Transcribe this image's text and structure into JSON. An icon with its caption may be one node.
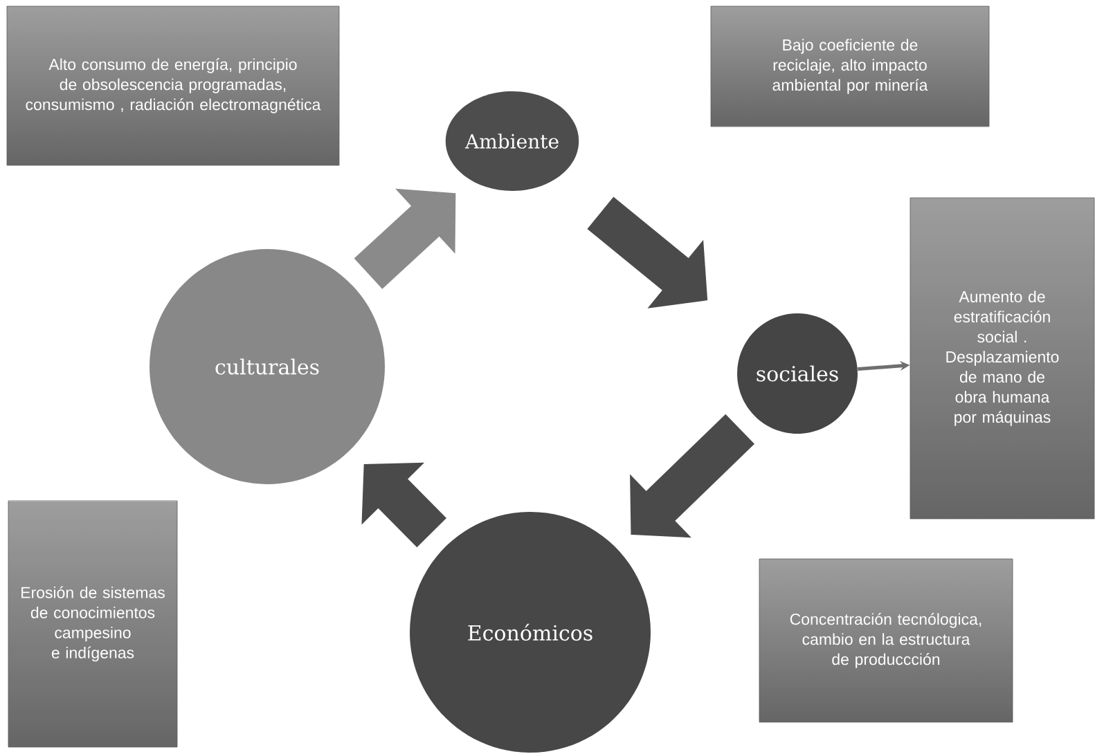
{
  "diagram": {
    "nodes": [
      {
        "text": [
          "Alto consumo de energía, principio de obsolescencia programadas, consumismo , radiación electromagnética"
        ]
      },
      {
        "text": [
          "Ambiente"
        ]
      },
      {
        "text": [
          "Bajo coeficiente de reciclaje, alto impacto ambiental por minería"
        ]
      },
      {
        "text": [
          "Aumento de estratificación social . Desplazamiento de mano de obra humana por máquinas"
        ]
      },
      {
        "text": [
          "culturales"
        ]
      },
      {
        "text": [
          "sociales"
        ]
      },
      {
        "text": [
          "Erosión de sistemas de conocimientos campesino e indígenas"
        ]
      },
      {
        "text": [
          "Económicos"
        ]
      },
      {
        "text": [
          "Concentración tecnólogica, cambio en la estructura de produccción"
        ]
      }
    ],
    "edges": [
      {
        "from": 4,
        "to": 1,
        "arrow": "to",
        "color": "#8a8a8a"
      },
      {
        "from": 1,
        "to": 5,
        "arrow": "to"
      },
      {
        "from": 5,
        "to": 7,
        "arrow": "to"
      },
      {
        "from": 7,
        "to": 4,
        "arrow": "to"
      },
      {
        "from": 5,
        "to": 3,
        "arrow": "to"
      }
    ]
  }
}
